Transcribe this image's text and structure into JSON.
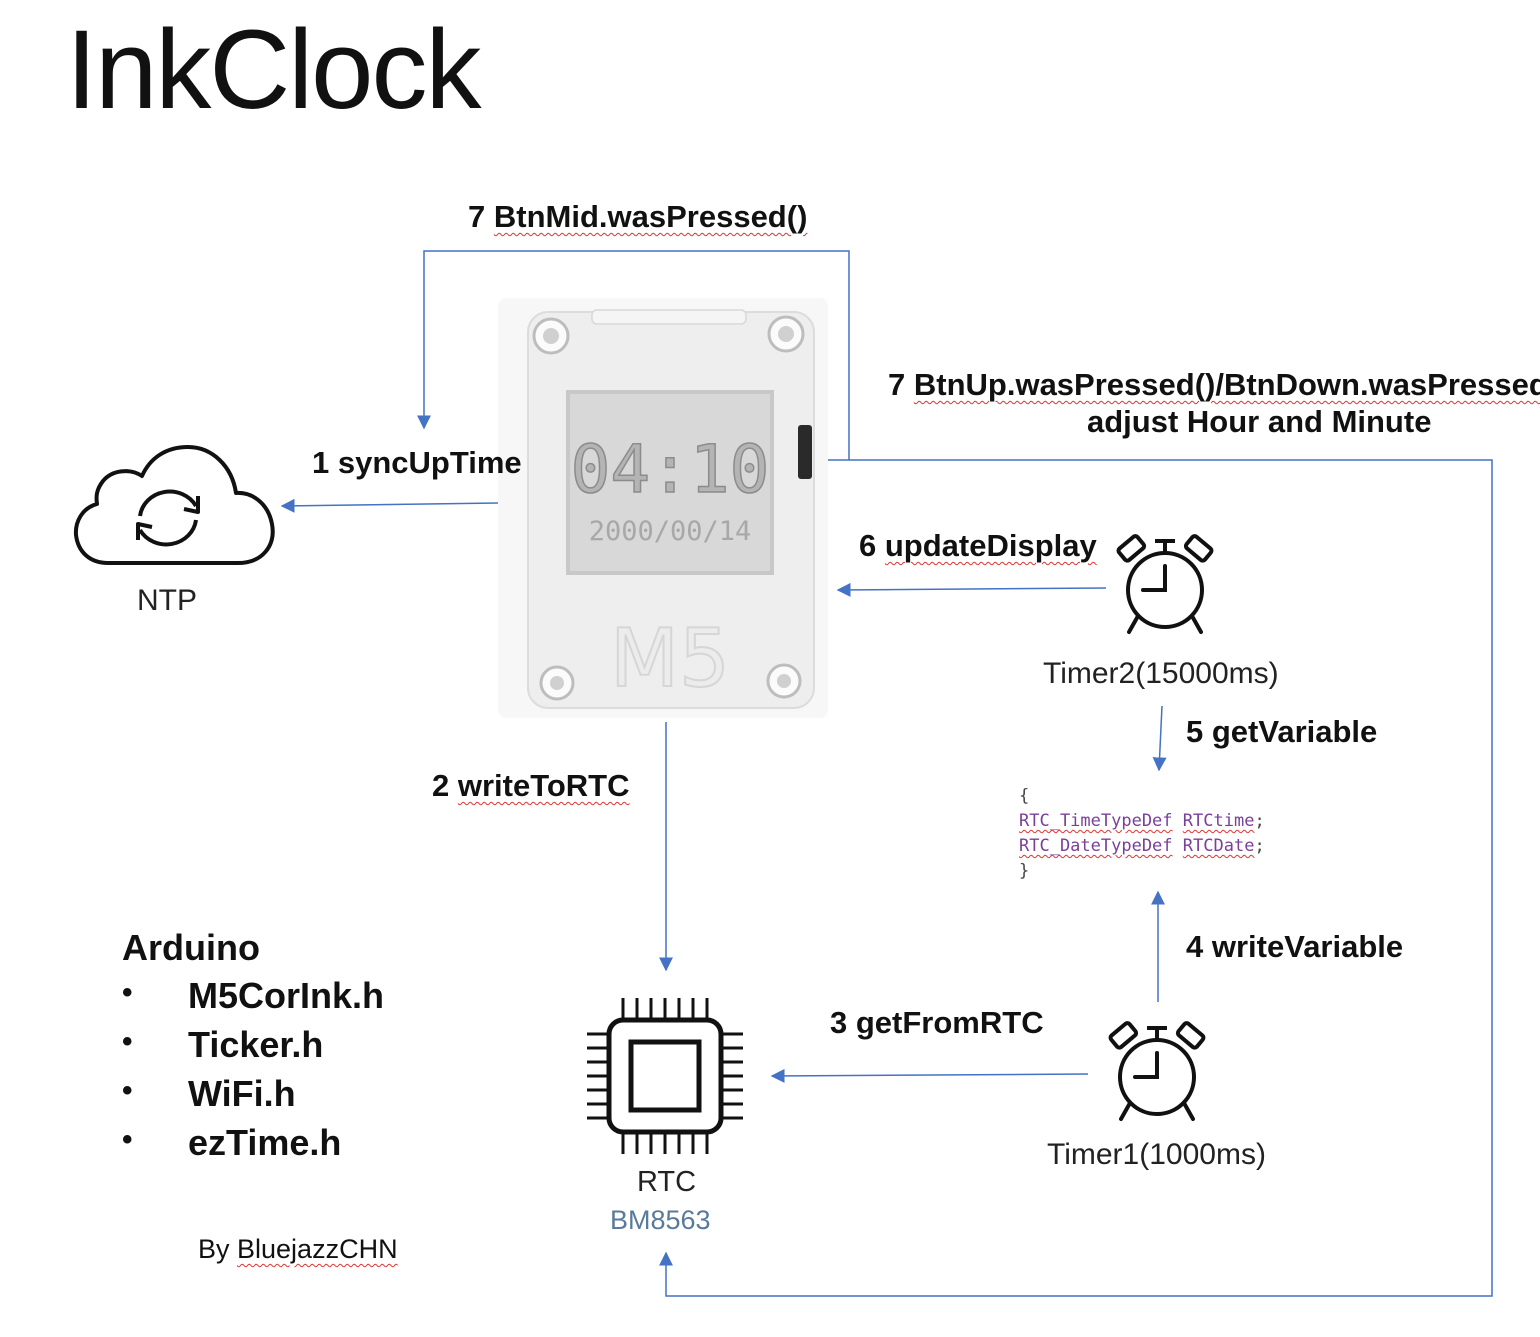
{
  "title": "InkClock",
  "device": {
    "screen_time": "04:10",
    "screen_date": "2000/00/14",
    "brand_mark": "M5"
  },
  "nodes": {
    "ntp": "NTP",
    "timer2": "Timer2(15000ms)",
    "timer1": "Timer1(1000ms)",
    "rtc": "RTC",
    "rtc_model": "BM8563"
  },
  "arrows": {
    "sync": {
      "num": "1",
      "text": "syncUpTime"
    },
    "write_rtc": {
      "num": "2",
      "text": "writeToRTC"
    },
    "get_rtc": {
      "num": "3",
      "text": "getFromRTC"
    },
    "write_var": {
      "num": "4",
      "text": "writeVariable"
    },
    "get_var": {
      "num": "5",
      "text": "getVariable"
    },
    "update": {
      "num": "6",
      "text": "updateDisplay"
    },
    "btn_mid": {
      "num": "7",
      "text": "BtnMid.wasPressed()"
    },
    "btn_updown": {
      "num": "7",
      "text": "BtnUp.wasPressed()/BtnDown.wasPressed",
      "line2": "adjust Hour and Minute"
    }
  },
  "code": {
    "open": "{",
    "line1_type": "RTC_TimeTypeDef",
    "line1_var": "RTCtime",
    "line2_type": "RTC_DateTypeDef",
    "line2_var": "RTCDate",
    "semicolon": ";",
    "close": "}"
  },
  "libraries": {
    "title": "Arduino",
    "items": [
      "M5CorInk.h",
      "Ticker.h",
      "WiFi.h",
      "ezTime.h"
    ]
  },
  "author": {
    "prefix": "By ",
    "name": "BluejazzCHN"
  },
  "colors": {
    "connector": "#4472c4",
    "rtc_model": "#5a7a9a",
    "device_body": "#eeeeee",
    "screen": "#d6d6d6"
  }
}
